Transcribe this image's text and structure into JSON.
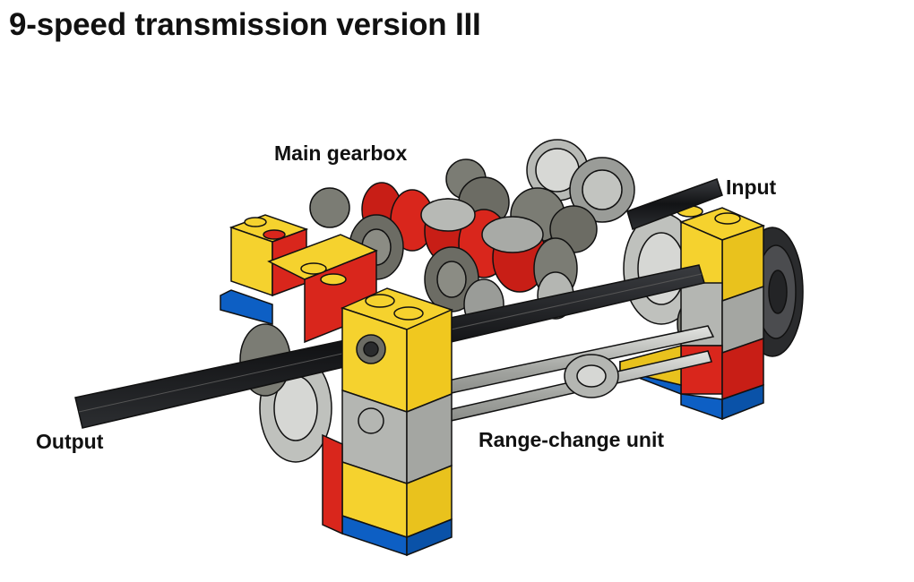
{
  "title": "9-speed transmission version III",
  "labels": {
    "main_gearbox": "Main gearbox",
    "input": "Input",
    "output": "Output",
    "range_change": "Range-change unit"
  },
  "colors": {
    "yellow": "#f5d22e",
    "red": "#d9261c",
    "blue": "#0d5fc4",
    "light_gray": "#b4b6b2",
    "dark_gray": "#6c6c64",
    "black": "#1b1c1e",
    "outline": "#111111"
  }
}
